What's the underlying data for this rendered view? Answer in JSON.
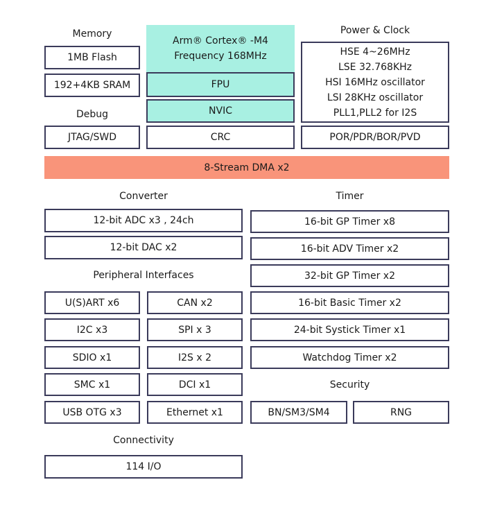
{
  "memory": {
    "title": "Memory",
    "flash": "1MB Flash",
    "sram": "192+4KB SRAM"
  },
  "debug": {
    "title": "Debug",
    "jtag": "JTAG/SWD"
  },
  "core": {
    "line1": "Arm® Cortex® -M4",
    "line2": "Frequency 168MHz",
    "fpu": "FPU",
    "nvic": "NVIC",
    "crc": "CRC"
  },
  "power": {
    "title": "Power & Clock",
    "lines": [
      "HSE 4~26MHz",
      "LSE 32.768KHz",
      "HSI 16MHz oscillator",
      "LSI 28KHz oscillator",
      "PLL1,PLL2 for I2S"
    ],
    "reset": "POR/PDR/BOR/PVD"
  },
  "dma": "8-Stream DMA  x2",
  "converter": {
    "title": "Converter",
    "adc": "12-bit ADC x3 , 24ch",
    "dac": "12-bit DAC x2"
  },
  "timer": {
    "title": "Timer",
    "items": [
      "16-bit GP Timer x8",
      "16-bit  ADV Timer x2",
      "32-bit  GP Timer x2",
      "16-bit Basic Timer x2",
      "24-bit  Systick Timer x1",
      "Watchdog Timer x2"
    ]
  },
  "peripheral": {
    "title": "Peripheral Interfaces",
    "left": [
      "U(S)ART x6",
      "I2C x3",
      "SDIO x1",
      "SMC x1",
      "USB OTG x3"
    ],
    "right": [
      "CAN x2",
      "SPI x 3",
      "I2S x 2",
      "DCI x1",
      "Ethernet x1"
    ]
  },
  "security": {
    "title": "Security",
    "items": [
      "BN/SM3/SM4",
      "RNG"
    ]
  },
  "connectivity": {
    "title": "Connectivity",
    "io": "114 I/O"
  },
  "colors": {
    "core": "#a8f0e2",
    "dma": "#f9947a",
    "border": "#3a3a5a"
  }
}
